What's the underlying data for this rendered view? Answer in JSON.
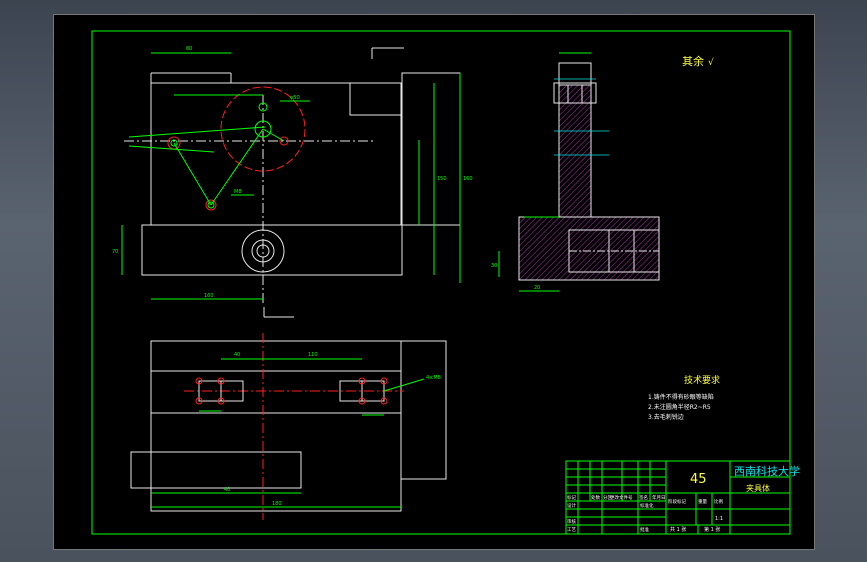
{
  "title_block": {
    "material": "45",
    "school": "西南科技大学",
    "part_name": "夹具体",
    "scale": "1:1",
    "sheet_total": "共 1 张",
    "sheet_no": "第 1 张",
    "labels": {
      "mark": "标记",
      "count": "处数",
      "zone": "分区",
      "change_doc": "更改文件号",
      "signature": "签名",
      "date": "年月日",
      "design": "设计",
      "standardize": "标准化",
      "stage_mark": "阶段标记",
      "weight": "重量",
      "ratio": "比例",
      "review": "审核",
      "process": "工艺",
      "approve": "批准"
    }
  },
  "roughness_note": "其余",
  "roughness_symbol": "√",
  "tech_req": {
    "title": "技术要求",
    "items": [
      "1.铸件不得有砂眼等缺陷",
      "2.未注圆角半径R2~R5",
      "3.去毛刺锐边"
    ]
  },
  "dims": {
    "top_width": "80",
    "bottom_width": "160",
    "plan_width": "180",
    "hole_spacing": "110",
    "hole_pitch": "40",
    "left_height": "70",
    "right_height": "150",
    "right_height2": "160",
    "base_h": "40",
    "pcd": "φ50",
    "thread": "M8",
    "thread_note": "4×M8",
    "side_h": "30",
    "side_h2": "20"
  }
}
